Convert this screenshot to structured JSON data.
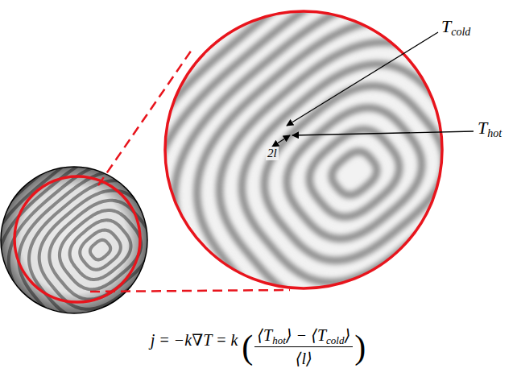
{
  "diagram": {
    "labels": [
      "T",
      "cold",
      "T",
      "hot",
      "2l",
      "j = −k∇T = k",
      "(",
      "⟨T",
      "hot",
      "⟩ − ⟨T",
      "cold",
      "⟩",
      "⟨l⟩",
      ")"
    ]
  }
}
